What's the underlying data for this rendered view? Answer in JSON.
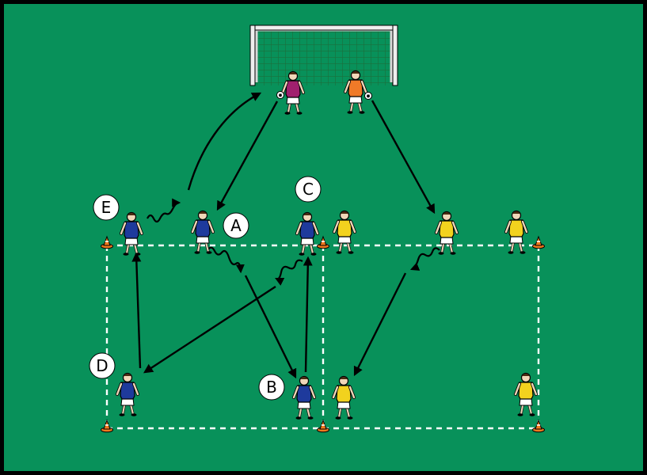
{
  "colors": {
    "pitch": "#08915a",
    "border": "#000000",
    "line": "#ffffff",
    "cone": "#f07a1e",
    "team_blue": "#1e3a9c",
    "team_yellow": "#f2d21e",
    "keeper_1": "#a0206e",
    "keeper_2": "#f07a28"
  },
  "labels": {
    "E": "E",
    "A": "A",
    "C": "C",
    "D": "D",
    "B": "B"
  }
}
